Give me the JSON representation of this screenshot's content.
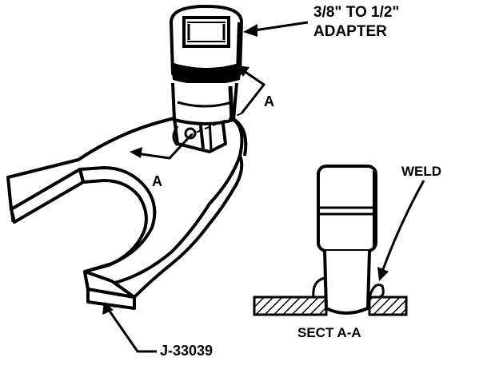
{
  "labels": {
    "adapter_line1": "3/8\" TO 1/2\"",
    "adapter_line2": "ADAPTER",
    "section_mark_top": "A",
    "section_mark_bottom": "A",
    "weld": "WELD",
    "section_title": "SECT A-A",
    "tool_number": "J-33039"
  }
}
